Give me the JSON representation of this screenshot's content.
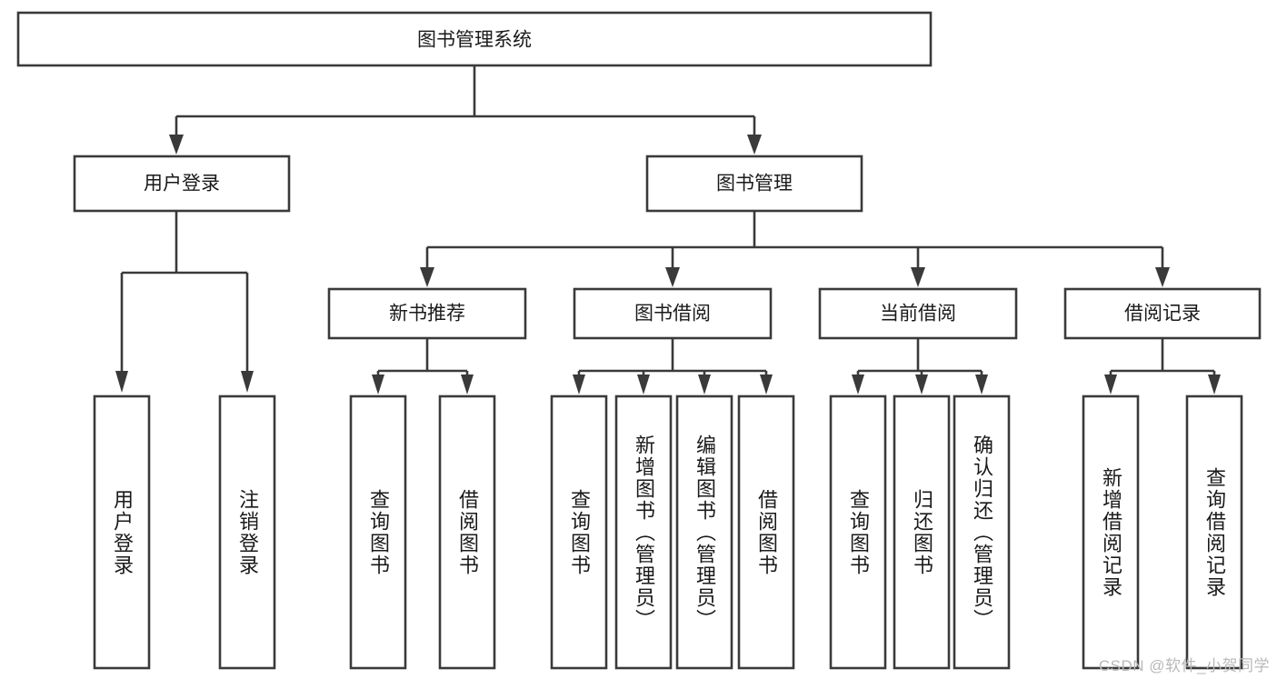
{
  "diagram": {
    "title": "图书管理系统",
    "type": "tree-hierarchy",
    "root": {
      "label": "图书管理系统"
    },
    "level2": [
      {
        "label": "用户登录"
      },
      {
        "label": "图书管理"
      }
    ],
    "level3": [
      {
        "label": "新书推荐"
      },
      {
        "label": "图书借阅"
      },
      {
        "label": "当前借阅"
      },
      {
        "label": "借阅记录"
      }
    ],
    "leaves": {
      "user_login": [
        {
          "label": "用户登录"
        },
        {
          "label": "注销登录"
        }
      ],
      "new_book_recommend": [
        {
          "label": "查询图书"
        },
        {
          "label": "借阅图书"
        }
      ],
      "book_borrow": [
        {
          "label": "查询图书"
        },
        {
          "label": "新增图书（管理员）"
        },
        {
          "label": "编辑图书（管理员）"
        },
        {
          "label": "借阅图书"
        }
      ],
      "current_borrow": [
        {
          "label": "查询图书"
        },
        {
          "label": "归还图书"
        },
        {
          "label": "确认归还（管理员）"
        }
      ],
      "borrow_record": [
        {
          "label": "新增借阅记录"
        },
        {
          "label": "查询借阅记录"
        }
      ]
    }
  },
  "watermark": {
    "text": "CSDN @软件_小贺同学"
  },
  "colors": {
    "stroke": "#3a3a3a",
    "fill": "#ffffff",
    "text": "#1a1a1a",
    "watermark": "#b9b9b9"
  }
}
